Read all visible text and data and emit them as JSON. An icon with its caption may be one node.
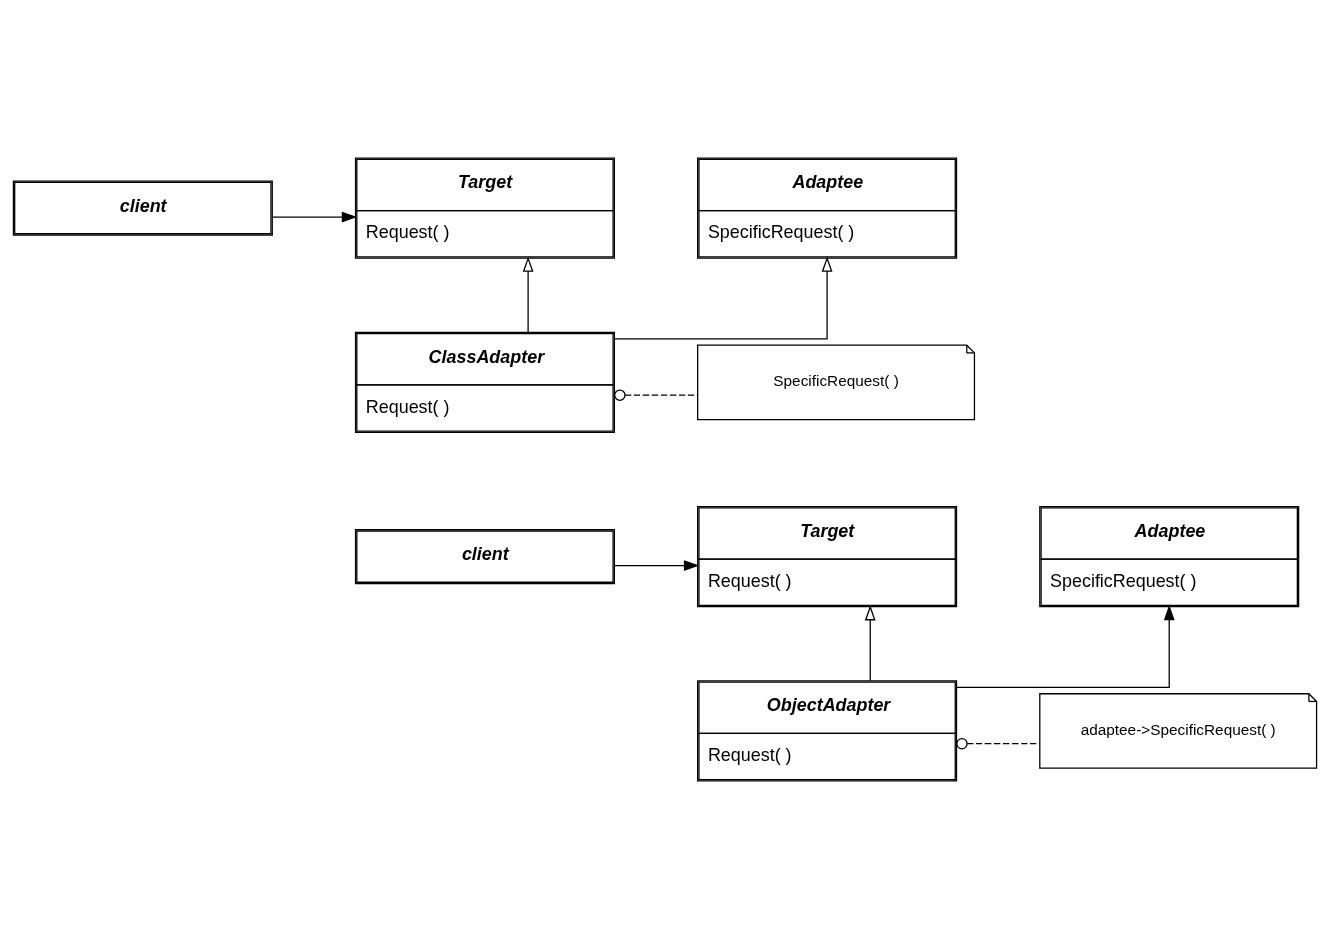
{
  "diagram": {
    "nodes": [
      {
        "text": [
          "client"
        ]
      },
      {
        "text": [
          "Target",
          "Request( )"
        ]
      },
      {
        "text": [
          "Adaptee",
          "SpecificRequest( )"
        ]
      },
      {
        "text": [
          "ClassAdapter",
          "Request( )"
        ]
      },
      {
        "text": [
          "SpecificRequest( )"
        ]
      },
      {
        "text": [
          "client"
        ]
      },
      {
        "text": [
          "Target",
          "Request( )"
        ]
      },
      {
        "text": [
          "Adaptee",
          "SpecificRequest( )"
        ]
      },
      {
        "text": [
          "ObjectAdapter",
          "Request( )"
        ]
      },
      {
        "text": [
          "adaptee->SpecificRequest( )"
        ]
      }
    ],
    "edges": [
      {
        "from": 0,
        "to": 1,
        "arrow": "to"
      },
      {
        "from": 3,
        "to": 1,
        "arrow": "to"
      },
      {
        "from": 3,
        "to": 2,
        "arrow": "to"
      },
      {
        "from": 3,
        "to": 4,
        "arrow": "other",
        "style": "dashed"
      },
      {
        "from": 5,
        "to": 6,
        "arrow": "to"
      },
      {
        "from": 8,
        "to": 6,
        "arrow": "to"
      },
      {
        "from": 8,
        "to": 7,
        "arrow": "to"
      },
      {
        "from": 8,
        "to": 9,
        "arrow": "other",
        "style": "dashed"
      }
    ]
  }
}
